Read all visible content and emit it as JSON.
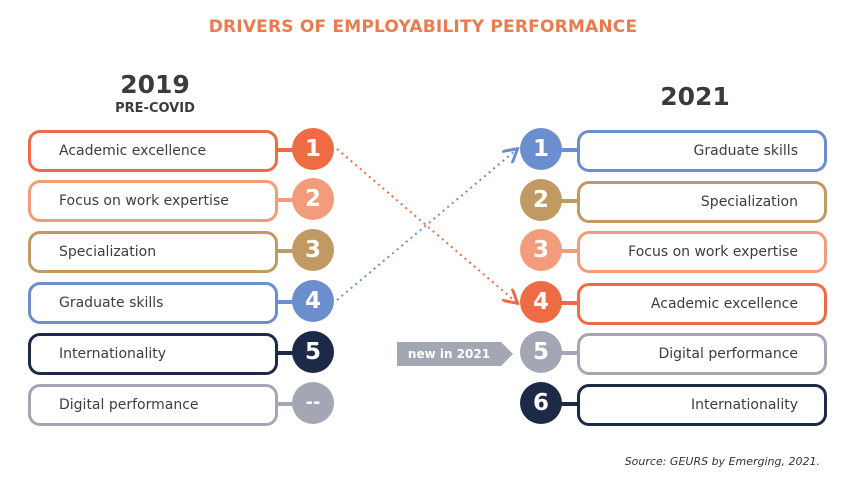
{
  "title": "DRIVERS OF EMPLOYABILITY PERFORMANCE",
  "colors": {
    "title": "#ec7a4f",
    "academic": "#ee6b43",
    "focus": "#f39c7b",
    "specialization": "#c19a63",
    "graduate": "#6b8fce",
    "international": "#1c2a47",
    "digital": "#a3a7b3"
  },
  "left": {
    "year": "2019",
    "subtitle": "PRE-COVID",
    "items": [
      {
        "label": "Academic excellence",
        "rank": "1"
      },
      {
        "label": "Focus on work expertise",
        "rank": "2"
      },
      {
        "label": "Specialization",
        "rank": "3"
      },
      {
        "label": "Graduate skills",
        "rank": "4"
      },
      {
        "label": "Internationality",
        "rank": "5"
      },
      {
        "label": "Digital performance",
        "rank": "--"
      }
    ]
  },
  "right": {
    "year": "2021",
    "items": [
      {
        "label": "Graduate skills",
        "rank": "1"
      },
      {
        "label": "Specialization",
        "rank": "2"
      },
      {
        "label": "Focus on work expertise",
        "rank": "3"
      },
      {
        "label": "Academic excellence",
        "rank": "4"
      },
      {
        "label": "Digital performance",
        "rank": "5"
      },
      {
        "label": "Internationality",
        "rank": "6"
      }
    ]
  },
  "new_tag": "new in 2021",
  "source": "Source: GEURS by Emerging, 2021."
}
